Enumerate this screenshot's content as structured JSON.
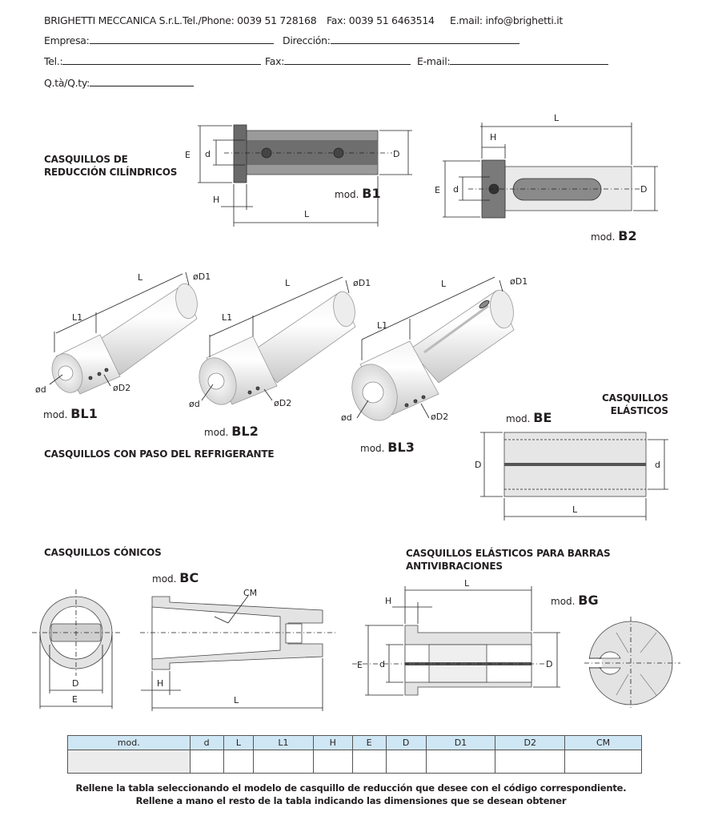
{
  "header": {
    "company": "BRIGHETTI MECCANICA S.r.L.",
    "phone": "Tel./Phone: 0039 51 728168",
    "fax": "Fax: 0039 51 6463514",
    "email": "E.mail: info@brighetti.it"
  },
  "form": {
    "empresa": "Empresa:",
    "direccion": "Dirección:",
    "tel": "Tel.:",
    "fax": "Fax:",
    "email": "E-mail:",
    "qty": "Q.tà/Q.ty:"
  },
  "sections": {
    "cilindricos": [
      "CASQUILLOS DE",
      "REDUCCIÓN CILÍNDRICOS"
    ],
    "refrigerante": "CASQUILLOS CON PASO DEL REFRIGERANTE",
    "elasticos": [
      "CASQUILLOS",
      "ELÁSTICOS"
    ],
    "conicos": "CASQUILLOS CÓNICOS",
    "antivibraciones": [
      "CASQUILLOS ELÁSTICOS PARA BARRAS",
      "ANTIVIBRACIONES"
    ]
  },
  "models": {
    "prefix": "mod.",
    "b1": "B1",
    "b2": "B2",
    "bl1": "BL1",
    "bl2": "BL2",
    "bl3": "BL3",
    "be": "BE",
    "bc": "BC",
    "bg": "BG"
  },
  "dims": {
    "E": "E",
    "d": "d",
    "D": "D",
    "H": "H",
    "L": "L",
    "L1": "L1",
    "oD1": "øD1",
    "od": "ød",
    "oD2": "øD2",
    "CM": "CM"
  },
  "table": {
    "headers": [
      "mod.",
      "d",
      "L",
      "L1",
      "H",
      "E",
      "D",
      "D1",
      "D2",
      "CM"
    ]
  },
  "footer": {
    "line1": "Rellene la tabla seleccionando el modelo de casquillo de reducción que desee con el código correspondiente.",
    "line2": "Rellene a mano el resto de la tabla indicando las dimensiones que se desean obtener"
  }
}
